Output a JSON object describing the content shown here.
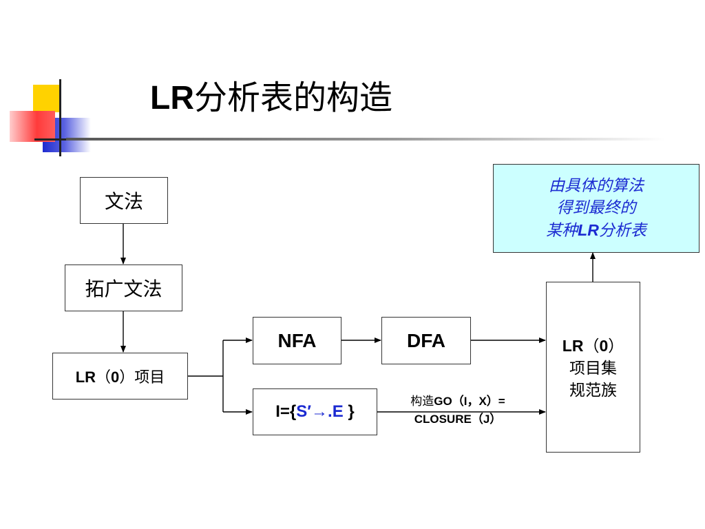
{
  "title": {
    "latin": "LR",
    "chinese": "分析表的构造"
  },
  "boxes": {
    "grammar": "文法",
    "augmented_grammar": "拓广文法",
    "lr0_items": {
      "lr": "LR",
      "paren": "（",
      "zero": "0",
      "paren_close": "）",
      "rest": "项目"
    },
    "nfa": "NFA",
    "dfa": "DFA",
    "initial": {
      "prefix": "I={",
      "s": "S′",
      "arrow": "→",
      "e": ".E",
      "suffix": " }"
    },
    "lr0_collection": {
      "line1_lr": "LR",
      "line1_paren": "（",
      "line1_zero": "0",
      "line1_close": "）",
      "line2": "项目集",
      "line3": "规范族"
    },
    "final": {
      "line1": "由具体的算法",
      "line2": "得到最终的",
      "line3_pre": "某种",
      "line3_lr": "LR",
      "line3_post": "分析表"
    }
  },
  "edge_label": {
    "line1_pre": "构造",
    "line1_go": "GO（I，X）=",
    "line2": "CLOSURE（J）"
  },
  "colors": {
    "accent_blue": "#1b2ad1",
    "final_box_bg": "#ccffff",
    "deco_yellow": "#ffd200",
    "deco_red": "#ff3b3b",
    "deco_blue": "#2630cc"
  }
}
